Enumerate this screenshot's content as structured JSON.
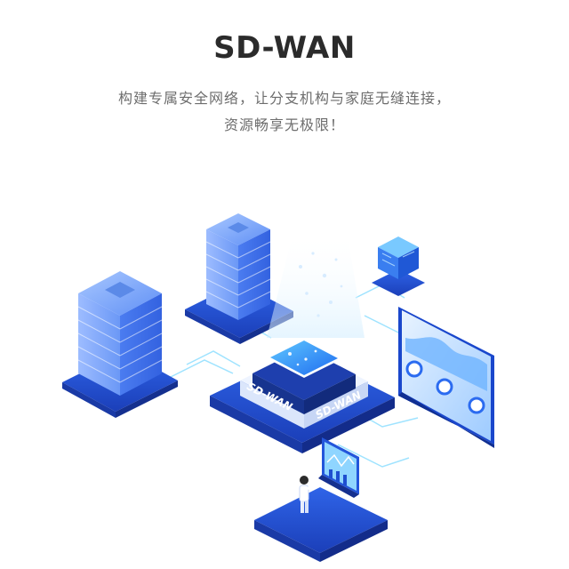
{
  "header": {
    "title": "SD-WAN",
    "subtitle_line1": "构建专属安全网络，让分支机构与家庭无缝连接，",
    "subtitle_line2": "资源畅享无极限！"
  },
  "hub": {
    "label_left": "SD-WAN",
    "label_right": "SD-WAN"
  },
  "colors": {
    "primary": "#2b6bf0",
    "dark": "#1a3fb8",
    "light": "#8fb6ff",
    "cyan": "#7fe3ff",
    "title": "#2b2b2b",
    "text": "#6d6d6d"
  },
  "dashboard": {
    "dials": [
      "dial",
      "dial",
      "dial"
    ]
  }
}
